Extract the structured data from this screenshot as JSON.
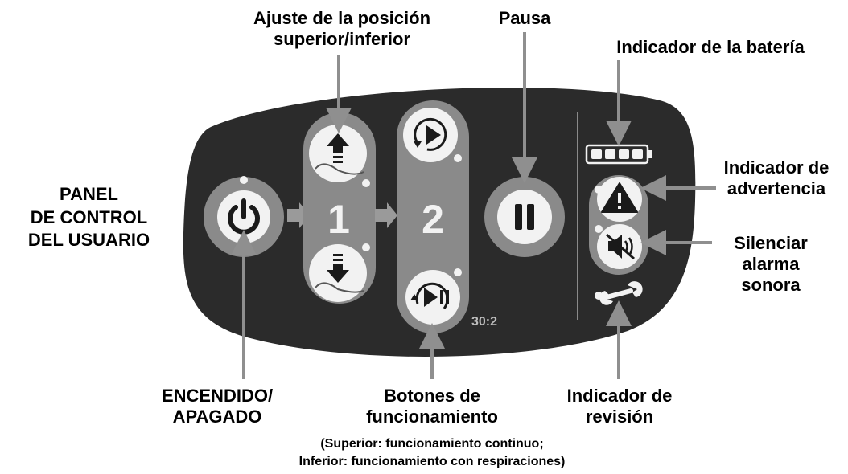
{
  "labels": {
    "panel_line1": "PANEL",
    "panel_line2": "DE CONTROL",
    "panel_line3": "DEL USUARIO",
    "position_line1": "Ajuste de la posición",
    "position_line2": "superior/inferior",
    "pause": "Pausa",
    "battery": "Indicador de la batería",
    "warning_line1": "Indicador de",
    "warning_line2": "advertencia",
    "mute_line1": "Silenciar",
    "mute_line2": "alarma",
    "mute_line3": "sonora",
    "power_line1": "ENCENDIDO/",
    "power_line2": "APAGADO",
    "run_line1": "Botones de",
    "run_line2": "funcionamiento",
    "run_note1": "(Superior: funcionamiento continuo;",
    "run_note2": "Inferior: funcionamiento con respiraciones)",
    "service_line1": "Indicador de",
    "service_line2": "revisión"
  },
  "panel": {
    "step_1": "1",
    "step_2": "2",
    "ratio": "30:2"
  },
  "colors": {
    "panel_bg": "#2b2b2b",
    "pill_gray": "#8a8a8a",
    "button_white": "#f2f2f2",
    "icon_dark": "#1a1a1a",
    "arrow_gray": "#9a9a9a"
  },
  "icons": [
    "power-icon",
    "arrow-up-icon",
    "arrow-down-icon",
    "continuous-run-icon",
    "breath-run-icon",
    "pause-icon",
    "battery-icon",
    "warning-icon",
    "mute-icon",
    "wrench-icon"
  ]
}
